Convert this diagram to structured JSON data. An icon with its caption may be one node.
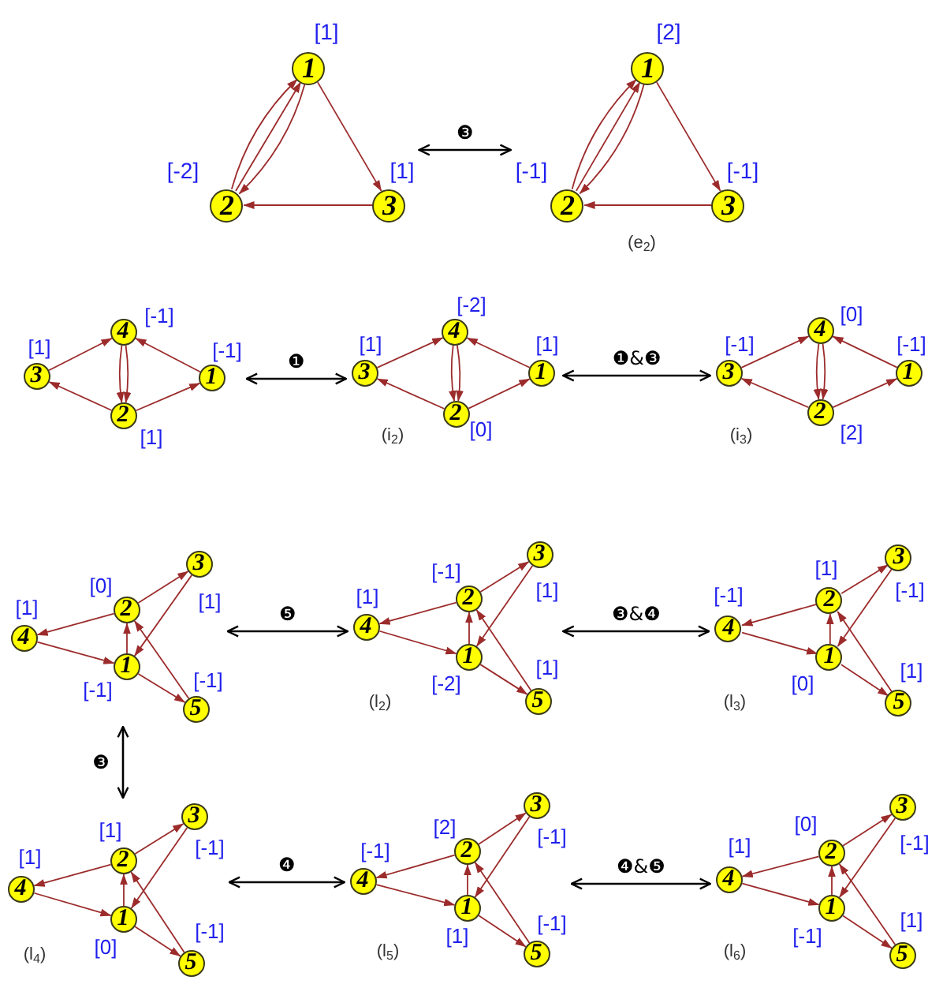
{
  "diagram": {
    "nodes": [
      {
        "text": [],
        "shape": "picture"
      },
      {
        "text": [
          "1"
        ],
        "in": 0,
        "beside": [
          "[1]"
        ]
      },
      {
        "text": [
          "2"
        ],
        "in": 0,
        "beside": [
          "[-2]"
        ]
      },
      {
        "text": [
          "3"
        ],
        "in": 0,
        "beside": [
          "[1]"
        ]
      },
      {
        "text": [],
        "shape": "picture",
        "beside": [
          "(e$_{2}$)"
        ]
      },
      {
        "text": [
          "1"
        ],
        "in": 4,
        "beside": [
          "[2]"
        ]
      },
      {
        "text": [
          "2"
        ],
        "in": 4,
        "beside": [
          "[-1]"
        ]
      },
      {
        "text": [
          "3"
        ],
        "in": 4,
        "beside": [
          "[-1]"
        ]
      },
      {
        "text": [],
        "shape": "picture"
      },
      {
        "text": [
          "4"
        ],
        "in": 8,
        "beside": [
          "[-1]"
        ]
      },
      {
        "text": [
          "3"
        ],
        "in": 8,
        "beside": [
          "[1]"
        ]
      },
      {
        "text": [
          "1"
        ],
        "in": 8,
        "beside": [
          "[-1]"
        ]
      },
      {
        "text": [
          "2"
        ],
        "in": 8,
        "beside": [
          "[1]"
        ]
      },
      {
        "text": [],
        "shape": "picture",
        "beside": [
          "(i$_{2}$)"
        ]
      },
      {
        "text": [
          "4"
        ],
        "in": 13,
        "beside": [
          "[-2]"
        ]
      },
      {
        "text": [
          "3"
        ],
        "in": 13,
        "beside": [
          "[1]"
        ]
      },
      {
        "text": [
          "1"
        ],
        "in": 13,
        "beside": [
          "[1]"
        ]
      },
      {
        "text": [
          "2"
        ],
        "in": 13,
        "beside": [
          "[0]"
        ]
      },
      {
        "text": [],
        "shape": "picture",
        "beside": [
          "(i$_{3}$)"
        ]
      },
      {
        "text": [
          "4"
        ],
        "in": 18,
        "beside": [
          "[0]"
        ]
      },
      {
        "text": [
          "3"
        ],
        "in": 18,
        "beside": [
          "[-1]"
        ]
      },
      {
        "text": [
          "1"
        ],
        "in": 18,
        "beside": [
          "[-1]"
        ]
      },
      {
        "text": [
          "2"
        ],
        "in": 18,
        "beside": [
          "[2]"
        ]
      },
      {
        "text": [],
        "shape": "picture"
      },
      {
        "text": [
          "3"
        ],
        "in": 23,
        "beside": [
          "[1]"
        ]
      },
      {
        "text": [
          "2"
        ],
        "in": 23,
        "beside": [
          "[0]"
        ]
      },
      {
        "text": [
          "4"
        ],
        "in": 23,
        "beside": [
          "[1]"
        ]
      },
      {
        "text": [
          "1"
        ],
        "in": 23,
        "beside": [
          "[-1]"
        ]
      },
      {
        "text": [
          "5"
        ],
        "in": 23,
        "beside": [
          "[-1]"
        ]
      },
      {
        "text": [],
        "shape": "picture",
        "beside": [
          "(l$_{2}$)"
        ]
      },
      {
        "text": [
          "3"
        ],
        "in": 29,
        "beside": [
          "[1]"
        ]
      },
      {
        "text": [
          "2"
        ],
        "in": 29,
        "beside": [
          "[-1]"
        ]
      },
      {
        "text": [
          "4"
        ],
        "in": 29,
        "beside": [
          "[1]"
        ]
      },
      {
        "text": [
          "1"
        ],
        "in": 29,
        "beside": [
          "[-2]"
        ]
      },
      {
        "text": [
          "5"
        ],
        "in": 29,
        "beside": [
          "[1]"
        ]
      },
      {
        "text": [],
        "shape": "picture",
        "beside": [
          "(l$_{3}$)"
        ]
      },
      {
        "text": [
          "3"
        ],
        "in": 35,
        "beside": [
          "[-1]"
        ]
      },
      {
        "text": [
          "2"
        ],
        "in": 35,
        "beside": [
          "[1]"
        ]
      },
      {
        "text": [
          "4"
        ],
        "in": 35,
        "beside": [
          "[-1]"
        ]
      },
      {
        "text": [
          "1"
        ],
        "in": 35,
        "beside": [
          "[0]"
        ]
      },
      {
        "text": [
          "5"
        ],
        "in": 35,
        "beside": [
          "[1]"
        ]
      },
      {
        "text": [],
        "shape": "picture",
        "beside": [
          "(l$_{4}$)"
        ]
      },
      {
        "text": [
          "3"
        ],
        "in": 41,
        "beside": [
          "[-1]"
        ]
      },
      {
        "text": [
          "2"
        ],
        "in": 41,
        "beside": [
          "[1]"
        ]
      },
      {
        "text": [
          "4"
        ],
        "in": 41,
        "beside": [
          "[1]"
        ]
      },
      {
        "text": [
          "1"
        ],
        "in": 41,
        "beside": [
          "[0]"
        ]
      },
      {
        "text": [
          "5"
        ],
        "in": 41,
        "beside": [
          "[-1]"
        ]
      },
      {
        "text": [],
        "shape": "picture",
        "beside": [
          "(l$_{5}$)"
        ]
      },
      {
        "text": [
          "3"
        ],
        "in": 47,
        "beside": [
          "[-1]"
        ]
      },
      {
        "text": [
          "2"
        ],
        "in": 47,
        "beside": [
          "[2]"
        ]
      },
      {
        "text": [
          "4"
        ],
        "in": 47,
        "beside": [
          "[-1]"
        ]
      },
      {
        "text": [
          "1"
        ],
        "in": 47,
        "beside": [
          "[1]"
        ]
      },
      {
        "text": [
          "5"
        ],
        "in": 47,
        "beside": [
          "[-1]"
        ]
      },
      {
        "text": [],
        "shape": "picture",
        "beside": [
          "(l$_{6}$)"
        ]
      },
      {
        "text": [
          "3"
        ],
        "in": 53,
        "beside": [
          "[-1]"
        ]
      },
      {
        "text": [
          "2"
        ],
        "in": 53,
        "beside": [
          "[0]"
        ]
      },
      {
        "text": [
          "4"
        ],
        "in": 53,
        "beside": [
          "[1]"
        ]
      },
      {
        "text": [
          "1"
        ],
        "in": 53,
        "beside": [
          "[-1]"
        ]
      },
      {
        "text": [
          "5"
        ],
        "in": 53,
        "beside": [
          "[1]"
        ]
      }
    ],
    "edges": [
      {
        "from": 1,
        "to": 3,
        "arrow": "to"
      },
      {
        "from": 3,
        "to": 2,
        "arrow": "to"
      },
      {
        "from": 2,
        "to": 1,
        "arrow": "to"
      },
      {
        "from": 2,
        "to": 1,
        "arrow": "to"
      },
      {
        "from": 1,
        "to": 2,
        "arrow": "to"
      },
      {
        "from": 5,
        "to": 7,
        "arrow": "to"
      },
      {
        "from": 7,
        "to": 6,
        "arrow": "to"
      },
      {
        "from": 6,
        "to": 5,
        "arrow": "to"
      },
      {
        "from": 6,
        "to": 5,
        "arrow": "to"
      },
      {
        "from": 5,
        "to": 6,
        "arrow": "to"
      },
      {
        "from": 10,
        "to": 9,
        "arrow": "to"
      },
      {
        "from": 11,
        "to": 9,
        "arrow": "to"
      },
      {
        "from": 9,
        "to": 12,
        "arrow": "to"
      },
      {
        "from": 9,
        "to": 12,
        "arrow": "to"
      },
      {
        "from": 12,
        "to": 10,
        "arrow": "to"
      },
      {
        "from": 12,
        "to": 11,
        "arrow": "to"
      },
      {
        "from": 15,
        "to": 14,
        "arrow": "to"
      },
      {
        "from": 16,
        "to": 14,
        "arrow": "to"
      },
      {
        "from": 14,
        "to": 17,
        "arrow": "to"
      },
      {
        "from": 14,
        "to": 17,
        "arrow": "to"
      },
      {
        "from": 17,
        "to": 15,
        "arrow": "to"
      },
      {
        "from": 17,
        "to": 16,
        "arrow": "to"
      },
      {
        "from": 20,
        "to": 19,
        "arrow": "to"
      },
      {
        "from": 21,
        "to": 19,
        "arrow": "to"
      },
      {
        "from": 19,
        "to": 22,
        "arrow": "to"
      },
      {
        "from": 19,
        "to": 22,
        "arrow": "to"
      },
      {
        "from": 22,
        "to": 20,
        "arrow": "to"
      },
      {
        "from": 22,
        "to": 21,
        "arrow": "to"
      },
      {
        "from": 25,
        "to": 26,
        "arrow": "to"
      },
      {
        "from": 26,
        "to": 27,
        "arrow": "to"
      },
      {
        "from": 27,
        "to": 25,
        "arrow": "to"
      },
      {
        "from": 25,
        "to": 24,
        "arrow": "to"
      },
      {
        "from": 24,
        "to": 27,
        "arrow": "to"
      },
      {
        "from": 27,
        "to": 28,
        "arrow": "to"
      },
      {
        "from": 28,
        "to": 25,
        "arrow": "to"
      },
      {
        "from": 31,
        "to": 32,
        "arrow": "to"
      },
      {
        "from": 32,
        "to": 33,
        "arrow": "to"
      },
      {
        "from": 33,
        "to": 31,
        "arrow": "to"
      },
      {
        "from": 31,
        "to": 30,
        "arrow": "to"
      },
      {
        "from": 30,
        "to": 33,
        "arrow": "to"
      },
      {
        "from": 33,
        "to": 34,
        "arrow": "to"
      },
      {
        "from": 34,
        "to": 31,
        "arrow": "to"
      },
      {
        "from": 37,
        "to": 38,
        "arrow": "to"
      },
      {
        "from": 38,
        "to": 39,
        "arrow": "to"
      },
      {
        "from": 39,
        "to": 37,
        "arrow": "to"
      },
      {
        "from": 37,
        "to": 36,
        "arrow": "to"
      },
      {
        "from": 36,
        "to": 39,
        "arrow": "to"
      },
      {
        "from": 39,
        "to": 40,
        "arrow": "to"
      },
      {
        "from": 40,
        "to": 37,
        "arrow": "to"
      },
      {
        "from": 43,
        "to": 44,
        "arrow": "to"
      },
      {
        "from": 44,
        "to": 45,
        "arrow": "to"
      },
      {
        "from": 45,
        "to": 43,
        "arrow": "to"
      },
      {
        "from": 43,
        "to": 42,
        "arrow": "to"
      },
      {
        "from": 42,
        "to": 45,
        "arrow": "to"
      },
      {
        "from": 45,
        "to": 46,
        "arrow": "to"
      },
      {
        "from": 46,
        "to": 43,
        "arrow": "to"
      },
      {
        "from": 49,
        "to": 50,
        "arrow": "to"
      },
      {
        "from": 50,
        "to": 51,
        "arrow": "to"
      },
      {
        "from": 51,
        "to": 49,
        "arrow": "to"
      },
      {
        "from": 49,
        "to": 48,
        "arrow": "to"
      },
      {
        "from": 48,
        "to": 51,
        "arrow": "to"
      },
      {
        "from": 51,
        "to": 52,
        "arrow": "to"
      },
      {
        "from": 52,
        "to": 49,
        "arrow": "to"
      },
      {
        "from": 55,
        "to": 56,
        "arrow": "to"
      },
      {
        "from": 56,
        "to": 57,
        "arrow": "to"
      },
      {
        "from": 57,
        "to": 55,
        "arrow": "to"
      },
      {
        "from": 55,
        "to": 54,
        "arrow": "to"
      },
      {
        "from": 54,
        "to": 57,
        "arrow": "to"
      },
      {
        "from": 57,
        "to": 58,
        "arrow": "to"
      },
      {
        "from": 58,
        "to": 55,
        "arrow": "to"
      },
      {
        "from": 0,
        "to": 4,
        "arrow": "both",
        "label": "❸",
        "color": "#000000"
      },
      {
        "from": 8,
        "to": 13,
        "arrow": "both",
        "label": "❶",
        "color": "#000000"
      },
      {
        "from": 13,
        "to": 18,
        "arrow": "both",
        "label": "❶&❸",
        "color": "#000000"
      },
      {
        "from": 23,
        "to": 29,
        "arrow": "both",
        "label": "❺",
        "color": "#000000"
      },
      {
        "from": 29,
        "to": 35,
        "arrow": "both",
        "label": "❸&❹",
        "color": "#000000"
      },
      {
        "from": 23,
        "to": 41,
        "arrow": "both",
        "label": "❸",
        "color": "#000000"
      },
      {
        "from": 41,
        "to": 47,
        "arrow": "both",
        "label": "❹",
        "color": "#000000"
      },
      {
        "from": 47,
        "to": 53,
        "arrow": "both",
        "label": "❹&❺",
        "color": "#000000"
      }
    ]
  }
}
